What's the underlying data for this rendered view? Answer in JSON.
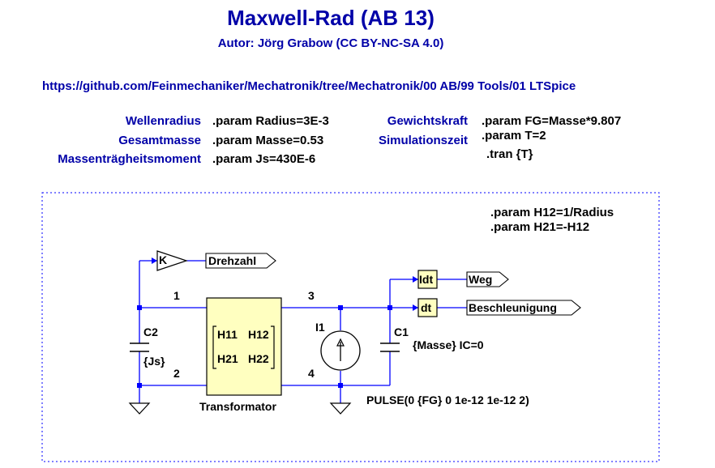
{
  "header": {
    "title": "Maxwell-Rad (AB 13)",
    "author": "Autor: Jörg Grabow (CC BY-NC-SA 4.0)",
    "url": "https://github.com/Feinmechaniker/Mechatronik/tree/Mechatronik/00 AB/99 Tools/01 LTSpice"
  },
  "params": {
    "wellenradius_label": "Wellenradius",
    "wellenradius_value": ".param Radius=3E-3",
    "gesamtmasse_label": "Gesamtmasse",
    "gesamtmasse_value": ".param Masse=0.53",
    "traegheit_label": "Massenträgheitsmoment",
    "traegheit_value": ".param Js=430E-6",
    "gewichtskraft_label": "Gewichtskraft",
    "gewichtskraft_value": ".param FG=Masse*9.807",
    "simzeit_label": "Simulationszeit",
    "simzeit_value": ".param T=2",
    "tran": ".tran {T}"
  },
  "circuit": {
    "h_params_1": ".param H12=1/Radius",
    "h_params_2": ".param H21=-H12",
    "gain_label": "K",
    "label_drehzahl": "Drehzahl",
    "label_weg": "Weg",
    "label_beschleunigung": "Beschleunigung",
    "integrator": "Idt",
    "differentiator": "dt",
    "node1": "1",
    "node2": "2",
    "node3": "3",
    "node4": "4",
    "c2_name": "C2",
    "c2_value": "{Js}",
    "c1_name": "C1",
    "c1_value": "{Masse} IC=0",
    "i1_name": "I1",
    "i1_value": "PULSE(0 {FG} 0 1e-12 1e-12 2)",
    "matrix_h11": "H11",
    "matrix_h12": "H12",
    "matrix_h21": "H21",
    "matrix_h22": "H22",
    "transformer_label": "Transformator"
  },
  "colors": {
    "wire": "#0000ff",
    "text_blue": "#0000a8",
    "block_fill": "#ffffc0",
    "node_dot": "#0000ff"
  }
}
